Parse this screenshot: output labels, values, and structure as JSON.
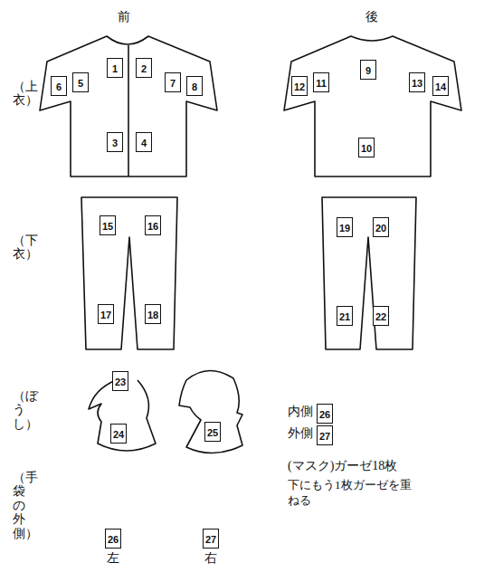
{
  "diagram": {
    "nodes": [
      {
        "text": [
          "1"
        ]
      },
      {
        "text": [
          "2"
        ]
      },
      {
        "text": [
          "3"
        ]
      },
      {
        "text": [
          "4"
        ]
      },
      {
        "text": [
          "5"
        ]
      },
      {
        "text": [
          "6"
        ]
      },
      {
        "text": [
          "7"
        ]
      },
      {
        "text": [
          "8"
        ]
      },
      {
        "text": [
          "9"
        ]
      },
      {
        "text": [
          "10"
        ]
      },
      {
        "text": [
          "11"
        ]
      },
      {
        "text": [
          "12"
        ]
      },
      {
        "text": [
          "13"
        ]
      },
      {
        "text": [
          "14"
        ]
      },
      {
        "text": [
          "15"
        ]
      },
      {
        "text": [
          "16"
        ]
      },
      {
        "text": [
          "17"
        ]
      },
      {
        "text": [
          "18"
        ]
      },
      {
        "text": [
          "19"
        ]
      },
      {
        "text": [
          "20"
        ]
      },
      {
        "text": [
          "21"
        ]
      },
      {
        "text": [
          "22"
        ]
      },
      {
        "text": [
          "23"
        ]
      },
      {
        "text": [
          "24"
        ]
      },
      {
        "text": [
          "25"
        ]
      },
      {
        "text": [
          "26"
        ]
      },
      {
        "text": [
          "27"
        ]
      },
      {
        "text": [
          "26"
        ]
      },
      {
        "text": [
          "27"
        ]
      }
    ],
    "labels": [
      "前",
      "後",
      "（上衣）",
      "（下衣）",
      "（ぼうし）",
      "（手袋の外側）",
      "内側",
      "外側",
      "(マスク)ガーゼ18枚",
      "下にもう1枚ガーゼを重ねる",
      "左",
      "右"
    ]
  }
}
